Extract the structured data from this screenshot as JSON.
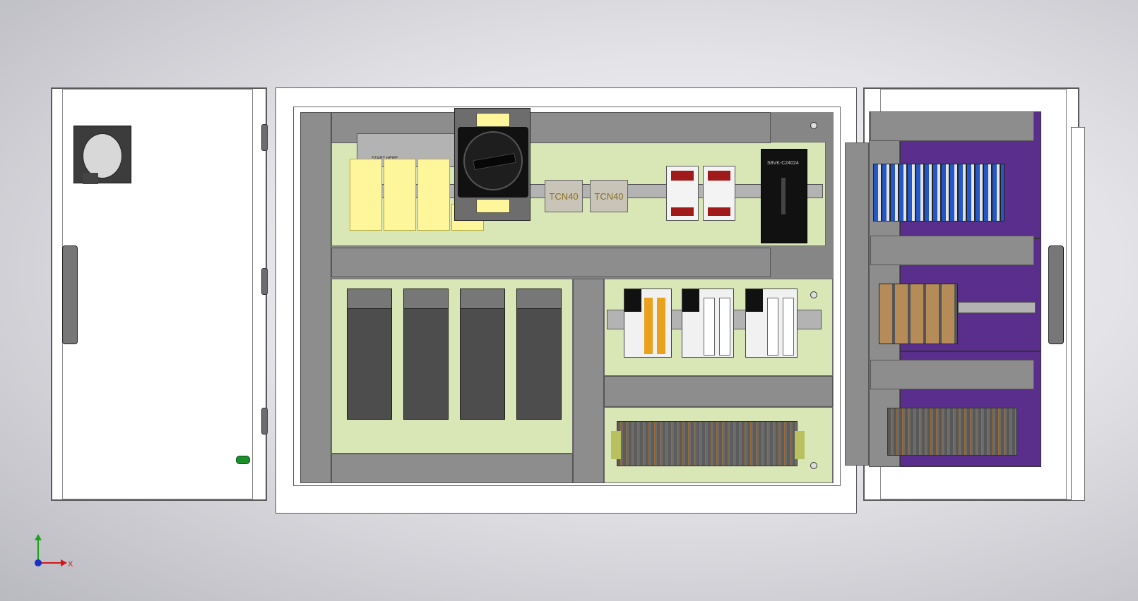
{
  "labels": {
    "tcn40_left": "TCN40",
    "tcn40_right": "TCN40",
    "psu_model": "S8VK-C24024",
    "rail_tag": "START HERE",
    "axis_x": "X"
  },
  "colors": {
    "background": "#d6d6dc",
    "mounting_plate": "#d9e6b6",
    "wire_duct": "#8d8d8d",
    "side_panel_purple": "#5a2e8c",
    "highlighted_relays": "#fff59a",
    "axis_x": "#d01818",
    "axis_y": "#1aa31a",
    "axis_origin": "#1a2fc8"
  },
  "drives": [
    {
      "id": "drive-1"
    },
    {
      "id": "drive-2"
    },
    {
      "id": "drive-3"
    },
    {
      "id": "drive-4"
    }
  ],
  "contactors": [
    {
      "id": "contactor-1"
    },
    {
      "id": "contactor-2"
    }
  ],
  "plc_modules": [
    {
      "id": "plc-1"
    },
    {
      "id": "plc-2"
    },
    {
      "id": "plc-3"
    }
  ]
}
